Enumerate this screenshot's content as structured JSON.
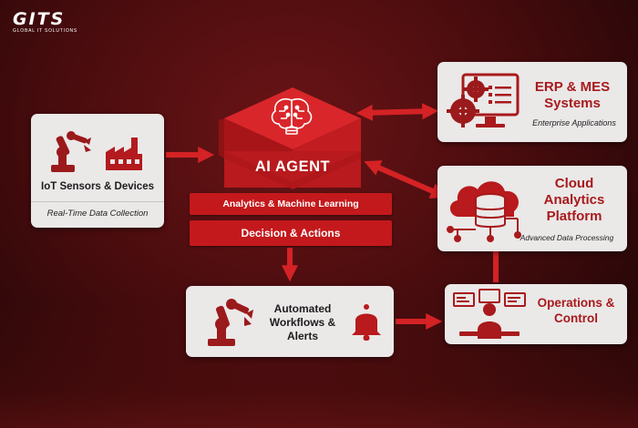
{
  "logo": {
    "mark": "GITS",
    "tagline": "GLOBAL IT SOLUTIONS"
  },
  "iot": {
    "title": "IoT Sensors & Devices",
    "subtitle": "Real-Time Data Collection"
  },
  "agent": {
    "title": "AI AGENT",
    "analytics": "Analytics & Machine Learning",
    "decision": "Decision & Actions"
  },
  "erp": {
    "title_line1": "ERP & MES",
    "title_line2": "Systems",
    "subtitle": "Enterprise Applications"
  },
  "cloud": {
    "title_line1": "Cloud",
    "title_line2": "Analytics",
    "title_line3": "Platform",
    "subtitle": "Advanced Data Processing"
  },
  "workflows": {
    "line1": "Automated",
    "line2": "Workflows &",
    "line3": "Alerts"
  },
  "ops": {
    "line1": "Operations &",
    "line2": "Control"
  },
  "colors": {
    "accent": "#c4191c",
    "title_red": "#a81a1c",
    "card_bg": "#ebe8e8"
  }
}
